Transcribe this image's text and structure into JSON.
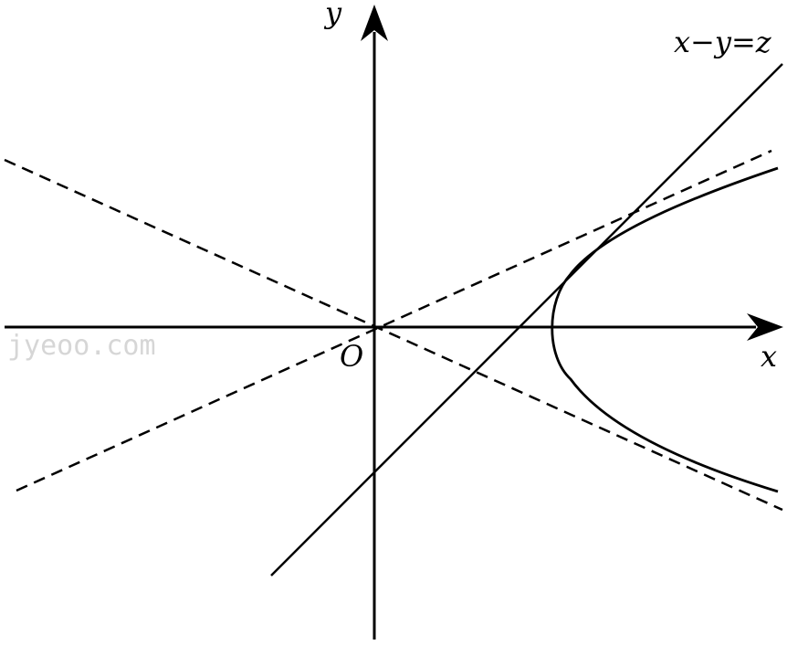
{
  "figure": {
    "axis_x_label": "x",
    "axis_y_label": "y",
    "origin_label": "O",
    "line_label": "x−y=z",
    "watermark": "jyeoo.com",
    "curves": {
      "line": "x-y=z (solid)",
      "hyperbola": "right branch (solid)",
      "asymptotes": "two dashed lines through O"
    }
  }
}
